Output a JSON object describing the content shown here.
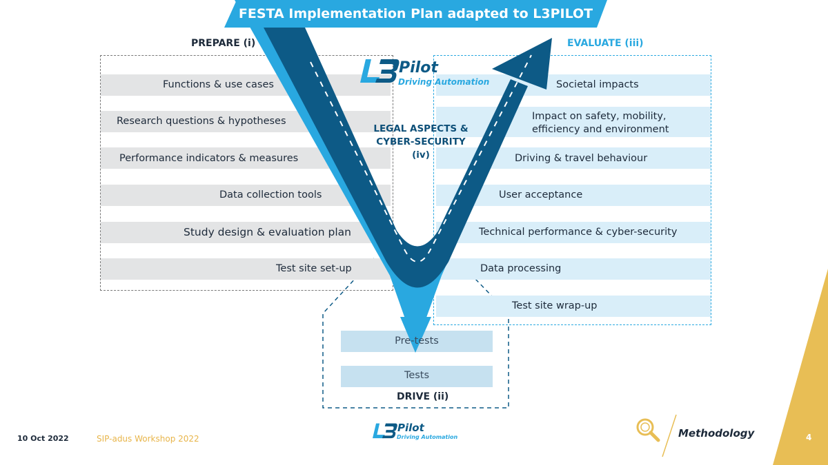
{
  "title": "FESTA Implementation Plan adapted to L3PILOT",
  "prepare": {
    "heading": "PREPARE (i)",
    "items": [
      "Functions & use cases",
      "Research questions & hypotheses",
      "Performance indicators & measures",
      "Data collection tools",
      "Study design & evaluation plan",
      "Test site set-up"
    ]
  },
  "evaluate": {
    "heading": "EVALUATE (iii)",
    "items": [
      "Societal impacts",
      "Impact on safety, mobility,",
      "efficiency and environment",
      "Driving & travel behaviour",
      "User acceptance",
      "Technical performance & cyber-security",
      "Data processing",
      "Test site wrap-up"
    ]
  },
  "drive": {
    "heading": "DRIVE (ii)",
    "items": [
      "Pre-tests",
      "Tests"
    ]
  },
  "legal": [
    "LEGAL ASPECTS &",
    "CYBER-SECURITY",
    "(iv)"
  ],
  "logo": {
    "name": "L3Pilot",
    "tagline": "Driving Automation"
  },
  "footer": {
    "date": "10 Oct 2022",
    "workshop": "SIP-adus Workshop 2022",
    "section": "Methodology",
    "page": "4"
  },
  "colors": {
    "dark_blue": "#0d5a86",
    "light_blue": "#29a8e0",
    "gold": "#e8be55"
  }
}
